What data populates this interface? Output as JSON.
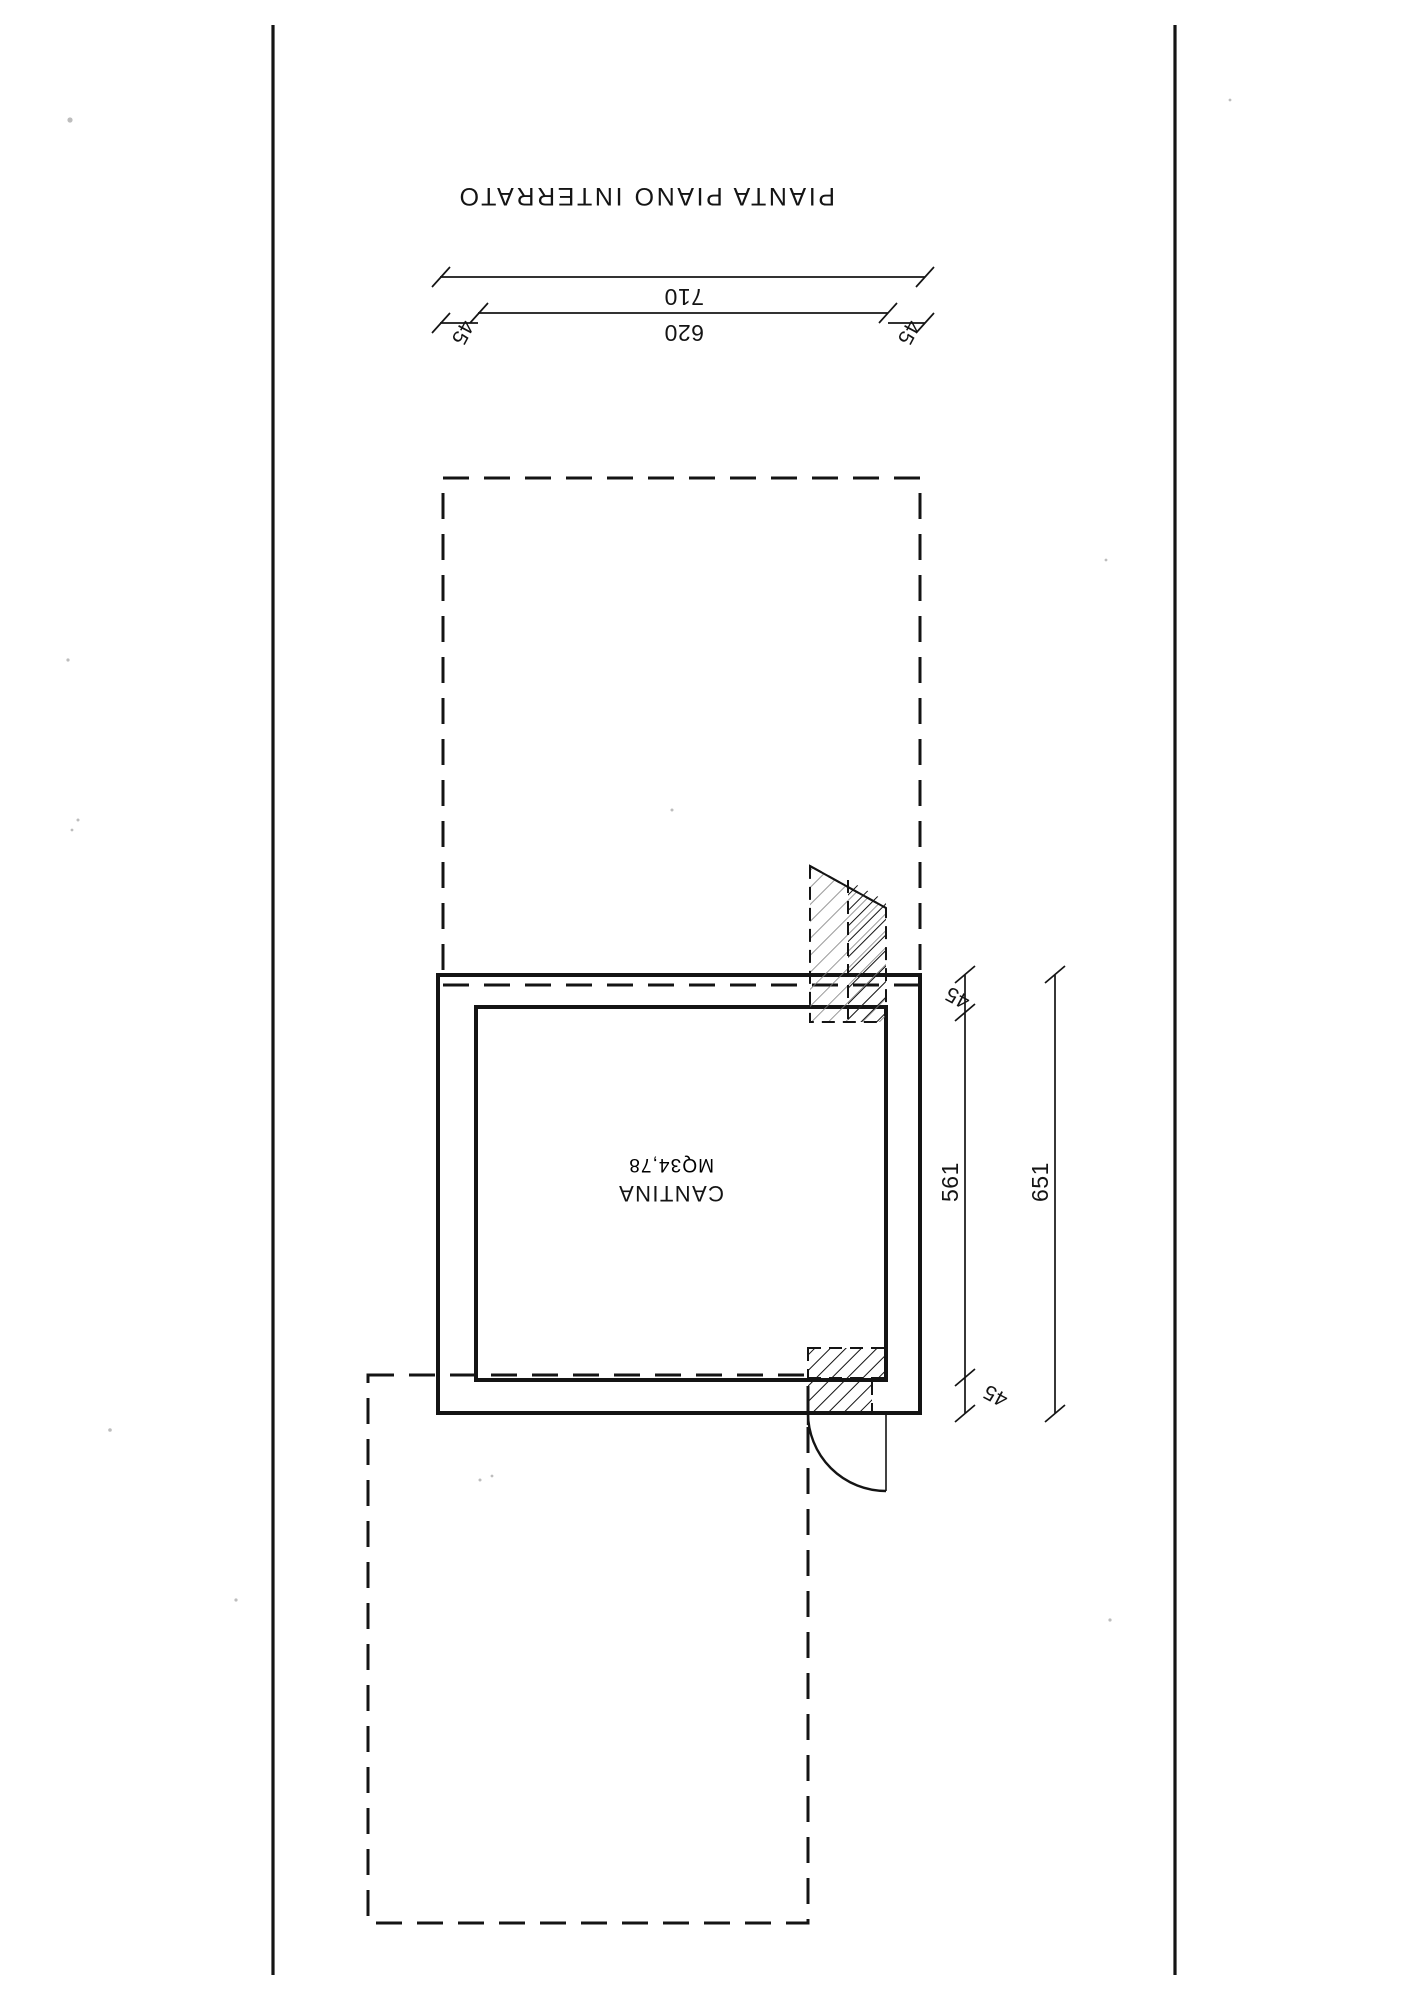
{
  "document": {
    "kind": "architectural-floor-plan",
    "title": "PIANTA PIANO INTERRATO",
    "orientation_note": "180",
    "ink_color": "#141414",
    "paper_color": "#ffffff"
  },
  "title_block": {
    "label": "PIANTA PIANO INTERRATO"
  },
  "room": {
    "name": "CANTINA",
    "area_label": "MQ34,78"
  },
  "dimensions": {
    "top": {
      "overall": "710",
      "inner": "620",
      "left_offset": "45",
      "right_offset": "45"
    },
    "right": {
      "inner": "561",
      "outer": "651",
      "upper_offset": "45",
      "lower_offset": "45"
    }
  },
  "annotations": {
    "border_left": "sheet-border-line-left",
    "border_right": "sheet-border-line-right",
    "upper_outline": "dashed-projection-upper",
    "lower_outline": "dashed-projection-lower",
    "wall_block_top": "hatched-wall-block-top",
    "wall_block_bottom": "hatched-wall-block-bottom",
    "door": "door-swing-arc"
  }
}
